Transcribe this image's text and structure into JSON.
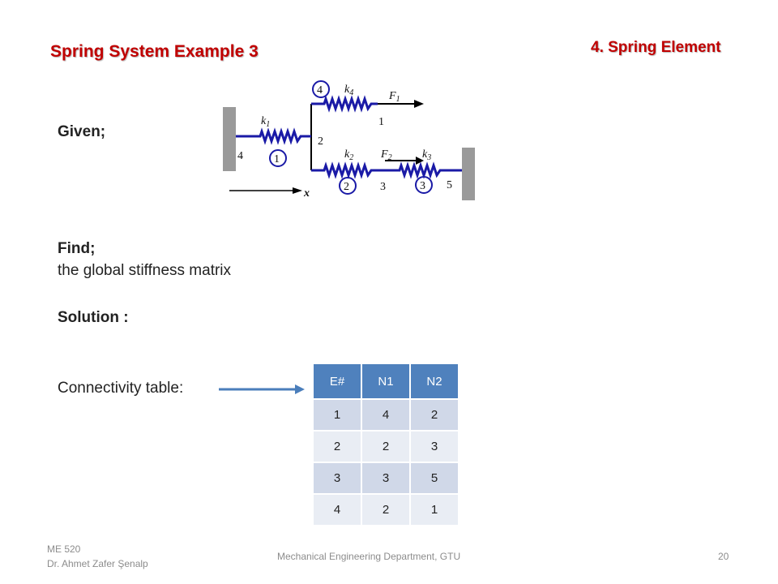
{
  "slide": {
    "title": "Spring System Example 3",
    "section": "4. Spring Element",
    "given_label": "Given;",
    "find_label": "Find;",
    "find_text": "the global stiffness matrix",
    "solution_label": "Solution :",
    "connectivity_label": "Connectivity table:"
  },
  "diagram": {
    "springs": [
      {
        "name": "k1",
        "element": "1"
      },
      {
        "name": "k2",
        "element": "2"
      },
      {
        "name": "k3",
        "element": "3"
      },
      {
        "name": "k4",
        "element": "4"
      }
    ],
    "nodes": [
      "1",
      "2",
      "3",
      "4",
      "5"
    ],
    "forces": [
      "F1",
      "F2"
    ],
    "axis": "x"
  },
  "table": {
    "headers": [
      "E#",
      "N1",
      "N2"
    ],
    "rows": [
      [
        "1",
        "4",
        "2"
      ],
      [
        "2",
        "2",
        "3"
      ],
      [
        "3",
        "3",
        "5"
      ],
      [
        "4",
        "2",
        "1"
      ]
    ]
  },
  "footer": {
    "course": "ME 520",
    "author": "Dr. Ahmet Zafer Şenalp",
    "department": "Mechanical Engineering Department, GTU",
    "page": "20"
  },
  "colors": {
    "title": "#c00000",
    "spring": "#1a1aa6",
    "table_header": "#4f81bd",
    "arrow": "#4a7ebb"
  }
}
